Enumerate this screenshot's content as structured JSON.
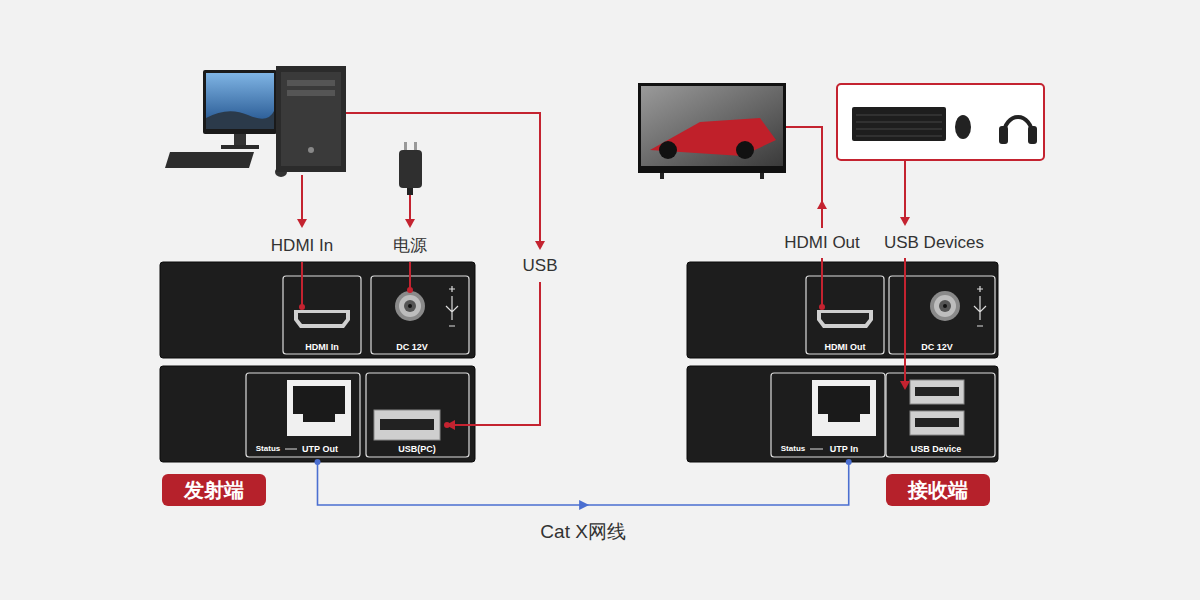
{
  "diagram": {
    "nodes": [
      {
        "text": [
          "HDMI In",
          "DC 12V"
        ]
      },
      {
        "text": [
          "Status",
          "UTP Out",
          "USB(PC)"
        ]
      },
      {
        "text": [
          "发射端"
        ]
      },
      {
        "text": [
          "HDMI Out",
          "DC 12V"
        ]
      },
      {
        "text": [
          "Status",
          "UTP In",
          "USB Device"
        ]
      },
      {
        "text": [
          "接收端"
        ]
      }
    ],
    "edges": [
      {
        "from": 1,
        "to": 4,
        "arrow": "to",
        "label": "Cat X网线"
      }
    ],
    "labels": [
      "HDMI In",
      "电源",
      "USB",
      "HDMI Out",
      "USB Devices"
    ]
  }
}
